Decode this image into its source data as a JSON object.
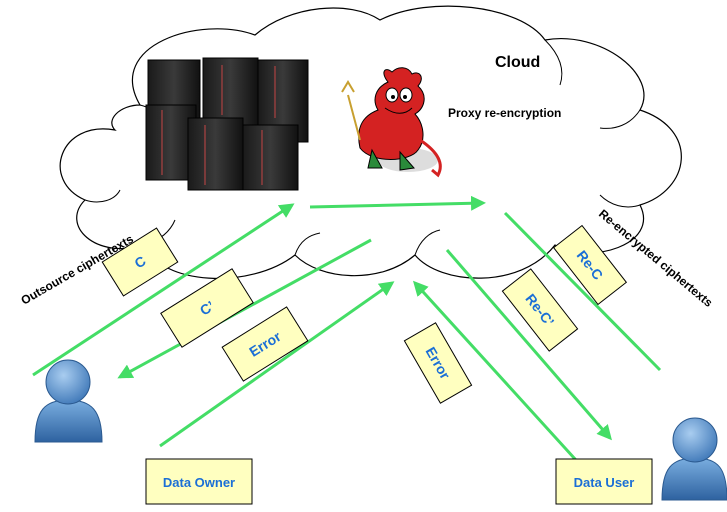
{
  "cloud": {
    "title": "Cloud",
    "proxy_label": "Proxy re-encryption"
  },
  "edge_labels": {
    "outsource": "Outsource ciphertexts",
    "reencrypted": "Re-encrypted ciphertexts"
  },
  "boxes": {
    "c": "C",
    "c_prime": "C’",
    "error_owner": "Error",
    "error_user": "Error",
    "re_c_prime": "Re-C’",
    "re_c": "Re-C"
  },
  "actors": {
    "owner": "Data Owner",
    "user": "Data User"
  },
  "colors": {
    "arrow": "#44dd66",
    "box_fill": "#ffffc0",
    "box_text": "#1b6fd6",
    "user_body": "#4f86c6",
    "devil": "#d42222"
  },
  "icons": [
    "server-rack-icon",
    "bsd-daemon-icon",
    "user-icon"
  ]
}
